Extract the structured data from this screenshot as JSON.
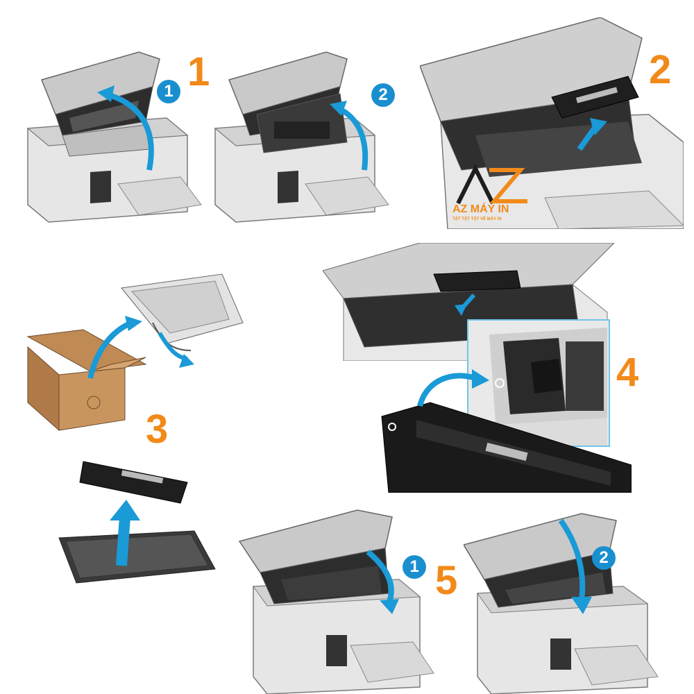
{
  "steps": {
    "s1": "1",
    "s2": "2",
    "s3": "3",
    "s4": "4",
    "s5": "5"
  },
  "badges": {
    "b1a": "1",
    "b1b": "2",
    "b5a": "1",
    "b5b": "2"
  },
  "logo": {
    "mark": "AZ",
    "name": "AZ MÁY IN",
    "tagline": "TẬT TẬT TẬT VỀ MÁY IN"
  },
  "colors": {
    "step_number": "#f28a1a",
    "arrow": "#1a9ad6",
    "badge": "#1a8fd0",
    "logo_name": "#f28a1a",
    "inset_border": "#6ec6e8"
  },
  "icons": {
    "printer": "printer-illustration",
    "toner": "toner-cartridge-illustration",
    "box": "cardboard-box-illustration",
    "arrow": "curved-arrow-icon"
  }
}
